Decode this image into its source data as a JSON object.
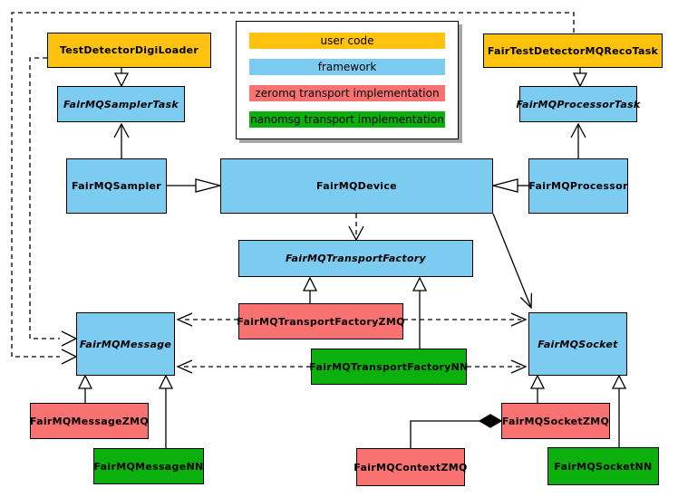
{
  "diagram": {
    "legend": {
      "items": [
        {
          "label": "user code",
          "color": "#FFC20E"
        },
        {
          "label": "framework",
          "color": "#7CCBF0"
        },
        {
          "label": "zeromq transport implementation",
          "color": "#F97272"
        },
        {
          "label": "nanomsg transport implementation",
          "color": "#0CB00C"
        }
      ]
    },
    "nodes": [
      {
        "id": "TestDetectorDigiLoader",
        "label": "TestDetectorDigiLoader",
        "kind": "user-code",
        "abstract": false
      },
      {
        "id": "FairTestDetectorMQRecoTask",
        "label": "FairTestDetectorMQRecoTask",
        "kind": "user-code",
        "abstract": false
      },
      {
        "id": "FairMQSamplerTask",
        "label": "FairMQSamplerTask",
        "kind": "framework",
        "abstract": true
      },
      {
        "id": "FairMQProcessorTask",
        "label": "FairMQProcessorTask",
        "kind": "framework",
        "abstract": true
      },
      {
        "id": "FairMQSampler",
        "label": "FairMQSampler",
        "kind": "framework",
        "abstract": false
      },
      {
        "id": "FairMQDevice",
        "label": "FairMQDevice",
        "kind": "framework",
        "abstract": false
      },
      {
        "id": "FairMQProcessor",
        "label": "FairMQProcessor",
        "kind": "framework",
        "abstract": false
      },
      {
        "id": "FairMQTransportFactory",
        "label": "FairMQTransportFactory",
        "kind": "framework",
        "abstract": true
      },
      {
        "id": "FairMQTransportFactoryZMQ",
        "label": "FairMQTransportFactoryZMQ",
        "kind": "zeromq",
        "abstract": false
      },
      {
        "id": "FairMQTransportFactoryNN",
        "label": "FairMQTransportFactoryNN",
        "kind": "nanomsg",
        "abstract": false
      },
      {
        "id": "FairMQMessage",
        "label": "FairMQMessage",
        "kind": "framework",
        "abstract": true
      },
      {
        "id": "FairMQSocket",
        "label": "FairMQSocket",
        "kind": "framework",
        "abstract": true
      },
      {
        "id": "FairMQMessageZMQ",
        "label": "FairMQMessageZMQ",
        "kind": "zeromq",
        "abstract": false
      },
      {
        "id": "FairMQMessageNN",
        "label": "FairMQMessageNN",
        "kind": "nanomsg",
        "abstract": false
      },
      {
        "id": "FairMQSocketZMQ",
        "label": "FairMQSocketZMQ",
        "kind": "zeromq",
        "abstract": false
      },
      {
        "id": "FairMQSocketNN",
        "label": "FairMQSocketNN",
        "kind": "nanomsg",
        "abstract": false
      },
      {
        "id": "FairMQContextZMQ",
        "label": "FairMQContextZMQ",
        "kind": "zeromq",
        "abstract": false
      }
    ],
    "edges": [
      {
        "from": "TestDetectorDigiLoader",
        "to": "FairMQSamplerTask",
        "type": "inheritance"
      },
      {
        "from": "FairTestDetectorMQRecoTask",
        "to": "FairMQProcessorTask",
        "type": "inheritance"
      },
      {
        "from": "FairMQSampler",
        "to": "FairMQSamplerTask",
        "type": "association"
      },
      {
        "from": "FairMQProcessor",
        "to": "FairMQProcessorTask",
        "type": "association"
      },
      {
        "from": "FairMQSampler",
        "to": "FairMQDevice",
        "type": "inheritance"
      },
      {
        "from": "FairMQProcessor",
        "to": "FairMQDevice",
        "type": "inheritance"
      },
      {
        "from": "FairMQDevice",
        "to": "FairMQTransportFactory",
        "type": "dependency"
      },
      {
        "from": "FairMQDevice",
        "to": "FairMQSocket",
        "type": "association"
      },
      {
        "from": "FairMQTransportFactoryZMQ",
        "to": "FairMQTransportFactory",
        "type": "inheritance"
      },
      {
        "from": "FairMQTransportFactoryNN",
        "to": "FairMQTransportFactory",
        "type": "inheritance"
      },
      {
        "from": "FairMQTransportFactoryZMQ",
        "to": "FairMQMessage",
        "type": "dependency"
      },
      {
        "from": "FairMQTransportFactoryZMQ",
        "to": "FairMQSocket",
        "type": "dependency"
      },
      {
        "from": "FairMQTransportFactoryNN",
        "to": "FairMQMessage",
        "type": "dependency"
      },
      {
        "from": "FairMQTransportFactoryNN",
        "to": "FairMQSocket",
        "type": "dependency"
      },
      {
        "from": "FairMQMessageZMQ",
        "to": "FairMQMessage",
        "type": "inheritance"
      },
      {
        "from": "FairMQMessageNN",
        "to": "FairMQMessage",
        "type": "inheritance"
      },
      {
        "from": "FairMQSocketZMQ",
        "to": "FairMQSocket",
        "type": "inheritance"
      },
      {
        "from": "FairMQSocketNN",
        "to": "FairMQSocket",
        "type": "inheritance"
      },
      {
        "from": "FairMQContextZMQ",
        "to": "FairMQSocketZMQ",
        "type": "composition"
      },
      {
        "from": "TestDetectorDigiLoader",
        "to": "FairMQMessage",
        "type": "dependency"
      },
      {
        "from": "FairTestDetectorMQRecoTask",
        "to": "FairMQMessage",
        "type": "dependency"
      }
    ]
  }
}
